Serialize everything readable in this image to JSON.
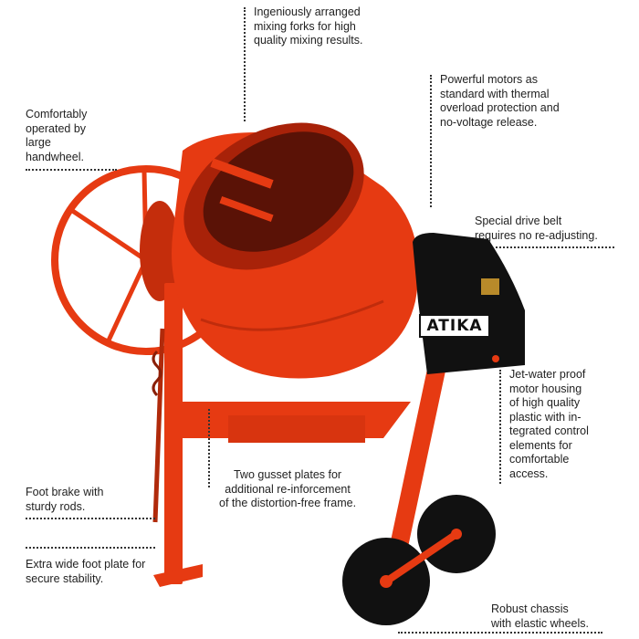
{
  "brand": {
    "logo_text": "ATIKA"
  },
  "colors": {
    "mixer_red": "#e63a12",
    "housing_black": "#111111",
    "background": "#ffffff"
  },
  "callouts": {
    "mixing_forks": {
      "lines": [
        "Ingeniously arranged",
        "mixing forks for high",
        "quality mixing results."
      ]
    },
    "handwheel": {
      "lines": [
        "Comfortably",
        "operated by",
        "large",
        "handwheel."
      ]
    },
    "motors": {
      "lines": [
        "Powerful motors as",
        "standard with thermal",
        "overload protection and",
        "no-voltage release."
      ]
    },
    "drive_belt": {
      "lines": [
        "Special drive belt",
        "requires no re-adjusting."
      ]
    },
    "motor_housing": {
      "lines": [
        "Jet-water proof",
        "motor housing",
        "of high quality",
        "plastic with in-",
        "tegrated control",
        "elements for",
        "comfortable",
        "access."
      ]
    },
    "gusset": {
      "lines": [
        "Two gusset plates for",
        "additional re-inforcement",
        "of the distortion-free frame."
      ]
    },
    "foot_brake": {
      "lines": [
        "Foot brake with",
        "sturdy rods."
      ]
    },
    "foot_plate": {
      "lines": [
        "Extra wide foot plate for",
        "secure stability."
      ]
    },
    "chassis": {
      "lines": [
        "Robust chassis",
        "with elastic wheels."
      ]
    }
  }
}
